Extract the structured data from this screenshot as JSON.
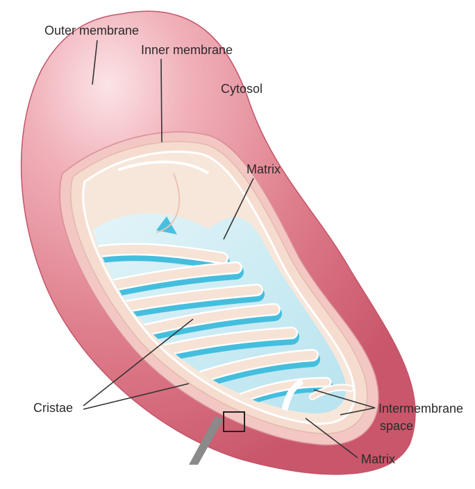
{
  "diagram": {
    "labels": {
      "outer_membrane": "Outer membrane",
      "inner_membrane": "Inner membrane",
      "cytosol": "Cytosol",
      "matrix_top": "Matrix",
      "cristae": "Cristae",
      "intermembrane_line1": "Intermembrane",
      "intermembrane_line2": "space",
      "matrix_bottom": "Matrix"
    },
    "colors": {
      "outer_membrane": "#d9707f",
      "outer_membrane_light": "#f3c6cc",
      "intermembrane_space": "#f6dcd2",
      "inner_membrane": "#f7e6da",
      "matrix": "#bfe6f0",
      "matrix_dark": "#45bede",
      "background": "#ffffff"
    }
  }
}
